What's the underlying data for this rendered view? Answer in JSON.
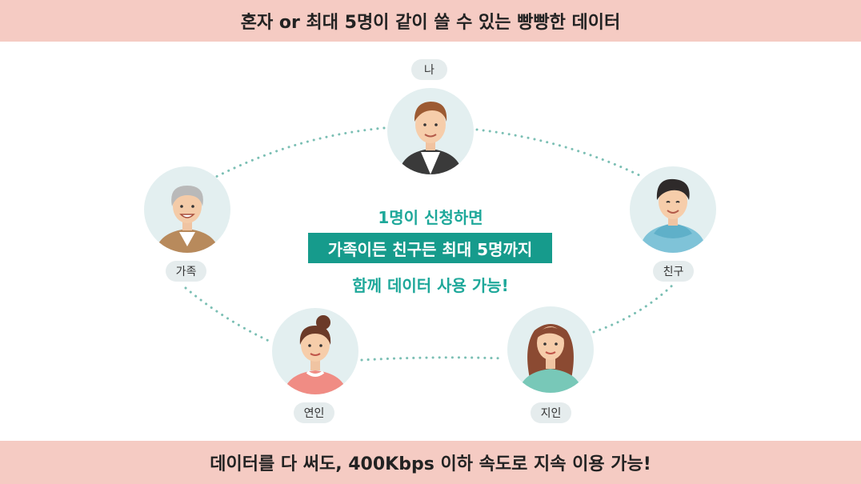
{
  "header": {
    "title": "혼자 or 최대 5명이 같이 쓸 수 있는 빵빵한 데이터"
  },
  "center": {
    "line1": "1명이 신청하면",
    "line2": "가족이든 친구든 최대 5명까지",
    "line3": "함께 데이터 사용 가능!"
  },
  "people": {
    "me": {
      "label": "나"
    },
    "family": {
      "label": "가족"
    },
    "friend": {
      "label": "친구"
    },
    "partner": {
      "label": "연인"
    },
    "acquaintance": {
      "label": "지인"
    }
  },
  "footer": {
    "text": "데이터를 다 써도, 400Kbps 이하 속도로 지속 이용 가능!"
  },
  "colors": {
    "banner_bg": "#f5cbc3",
    "accent": "#1ea89a",
    "highlight_bg": "#169b8c",
    "dotted_line": "#7bbfb4",
    "avatar_bg": "#e3eff0",
    "pill_bg": "#e5eced"
  }
}
